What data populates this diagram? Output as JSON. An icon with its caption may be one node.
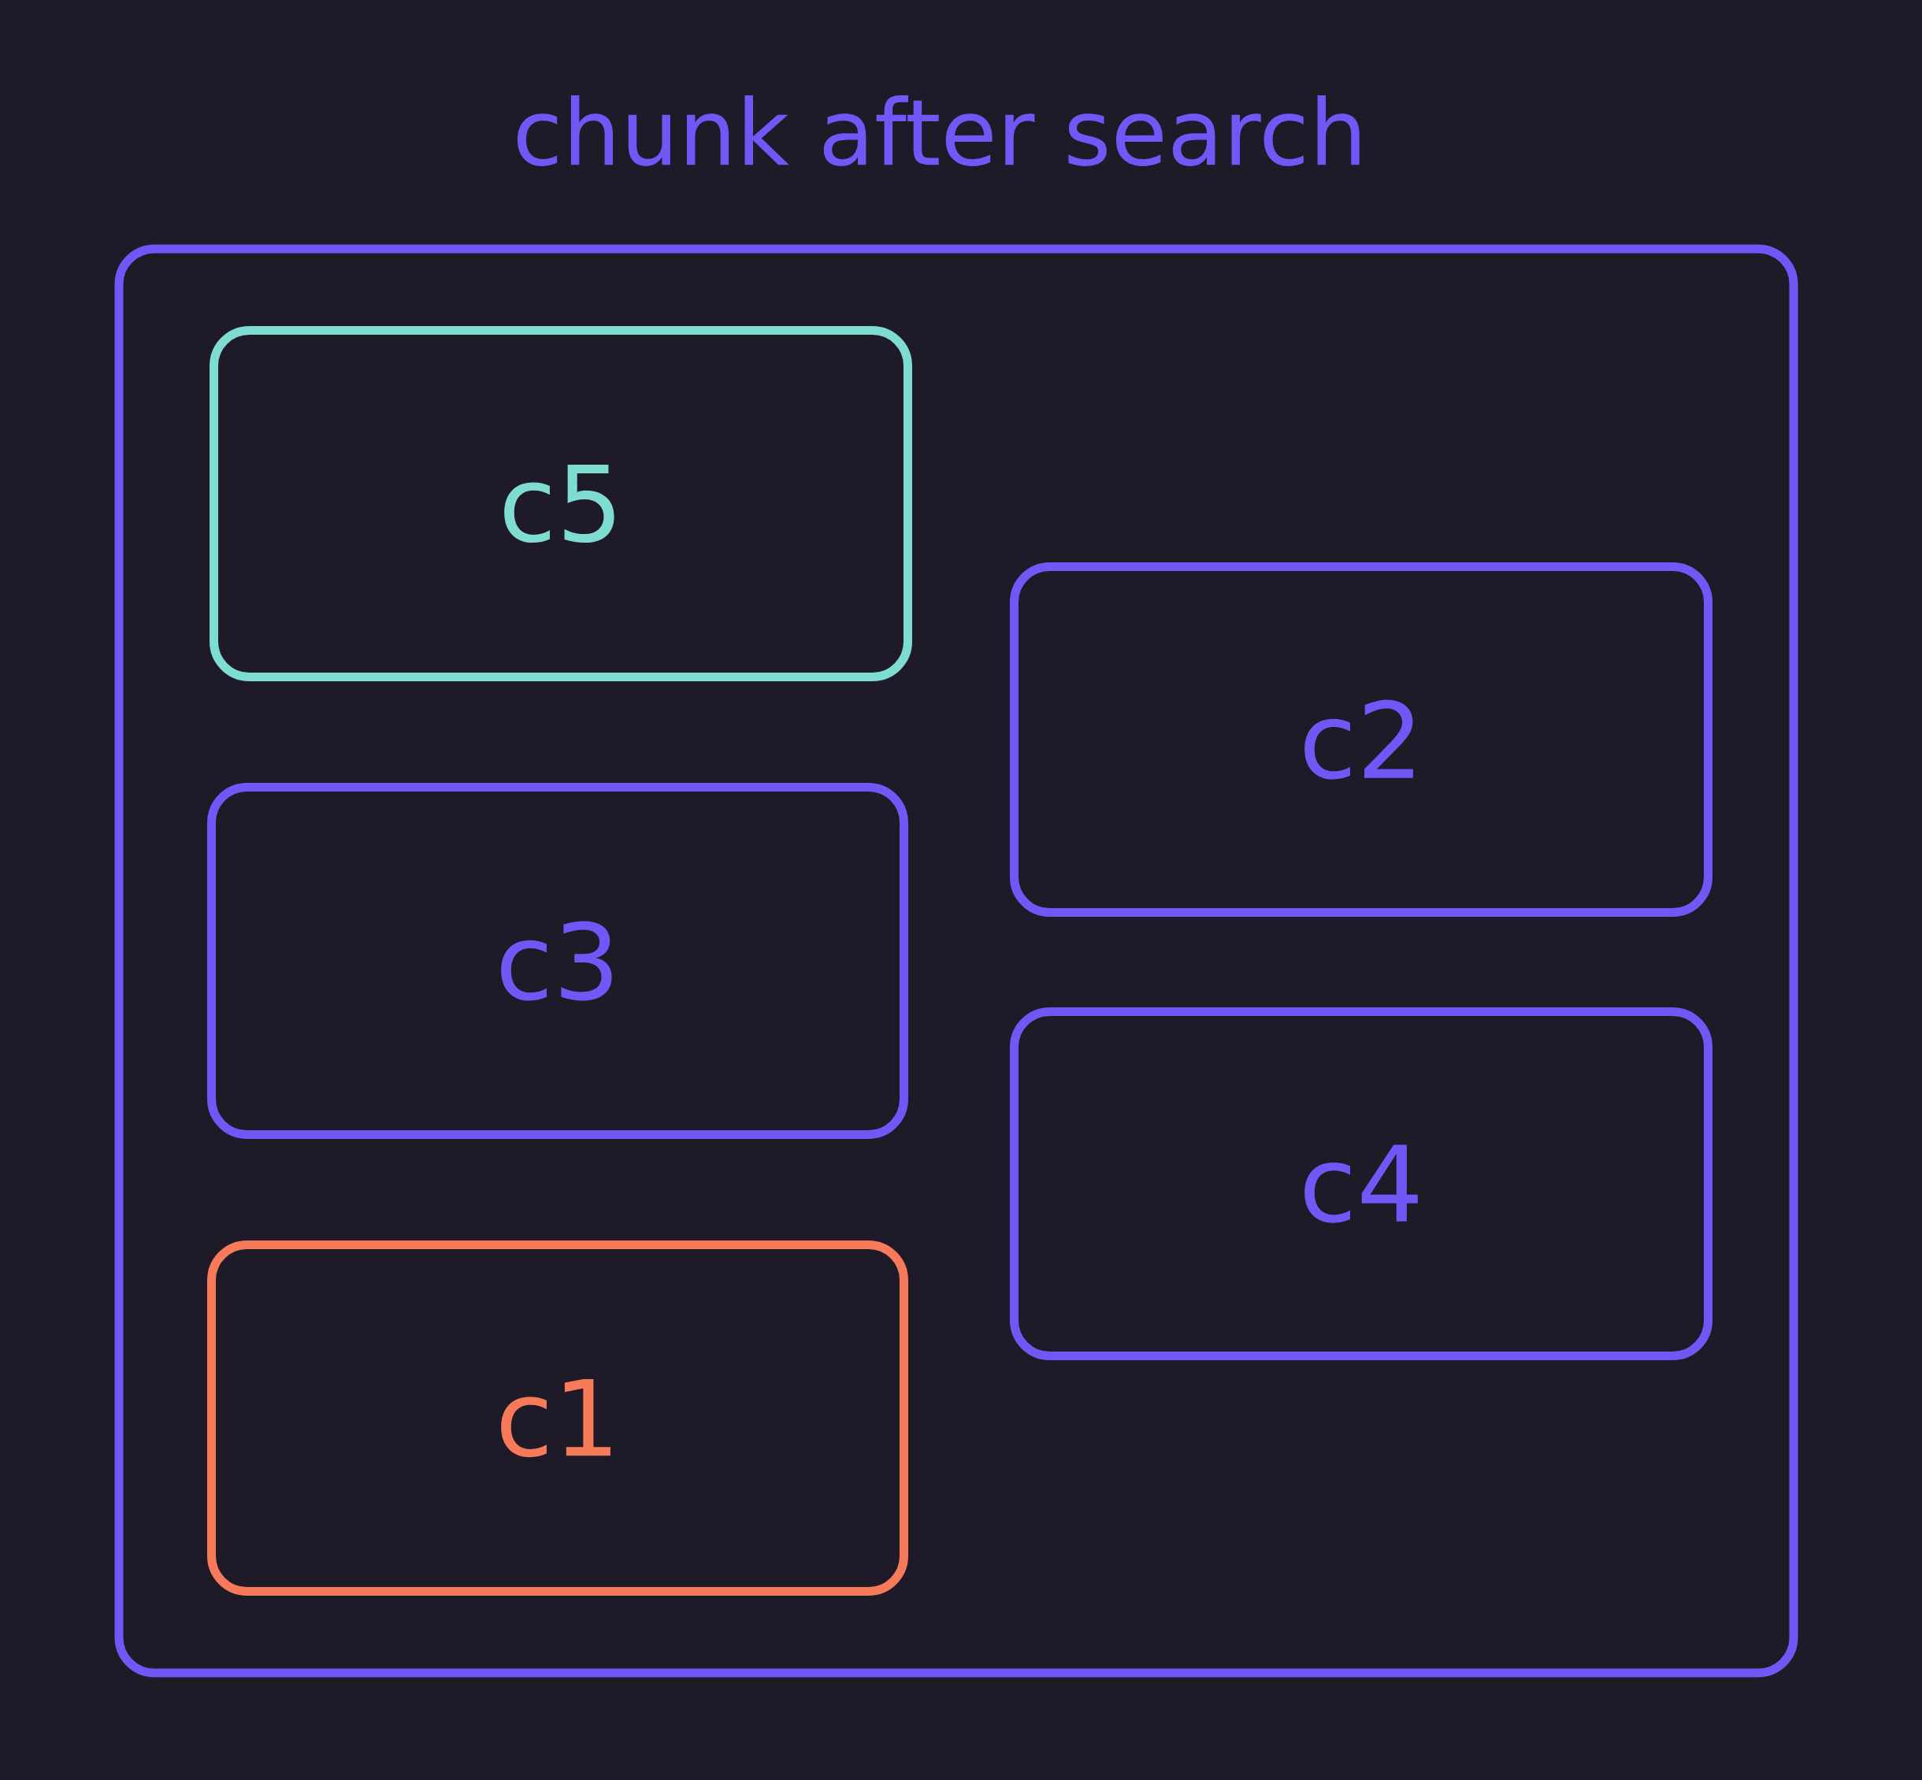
{
  "diagram": {
    "title": "chunk after search",
    "nodes": [
      {
        "text": [],
        "shape": "box"
      },
      {
        "text": [
          "c5"
        ],
        "in": 0
      },
      {
        "text": [
          "c2"
        ],
        "in": 0
      },
      {
        "text": [
          "c3"
        ],
        "in": 0
      },
      {
        "text": [
          "c4"
        ],
        "in": 0
      },
      {
        "text": [
          "c1"
        ],
        "in": 0
      }
    ]
  }
}
